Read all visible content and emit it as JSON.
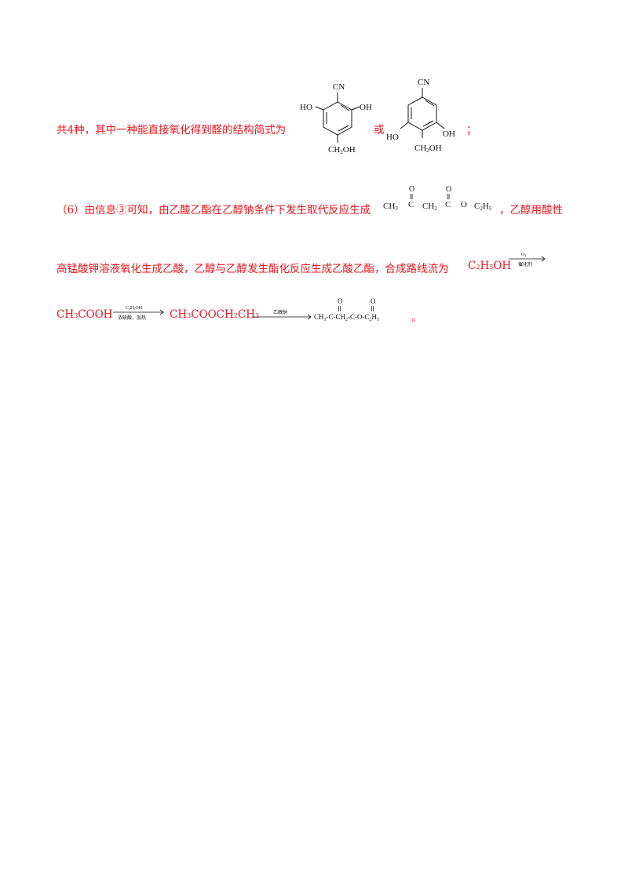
{
  "para1": {
    "text": "共4种，其中一种能直接氧化得到醛的结构简式为",
    "or": "或",
    "end": "；"
  },
  "mol1": {
    "top": "CN",
    "left": "HO",
    "right": "OH",
    "bottom": "CH2OH"
  },
  "mol2": {
    "top": "CN",
    "left": "HO",
    "right": "OH",
    "bottom": "CH2OH"
  },
  "para2": {
    "text": "（6）由信息③可知，由乙酸乙酯在乙醇钠条件下发生取代反应生成",
    "formula": {
      "o1": "O",
      "o2": "O",
      "ch3": "CH3",
      "c1": "C",
      "ch2": "CH2",
      "c2": "C",
      "o3": "O",
      "c2h5": "C2H5"
    },
    "tail": "，乙醇用酸性"
  },
  "para3": {
    "text": "高锰酸钾溶液氧化生成乙酸，乙醇与乙醇发生酯化反应生成乙酸乙酯，合成路线流为",
    "start": "C2H5OH",
    "arrow_top": "O2",
    "arrow_bottom": "催化剂"
  },
  "para4": {
    "acid": "CH3COOH",
    "arrow1_top": "C2H5OH",
    "arrow1_bottom": "浓硫酸，加热",
    "ester": "CH3COOCH2CH3",
    "arrow2_top": "乙醇钠",
    "product": "CH3-C-CH2-C-O-C2H5",
    "product_o1": "O",
    "product_o2": "O",
    "end": "。"
  }
}
